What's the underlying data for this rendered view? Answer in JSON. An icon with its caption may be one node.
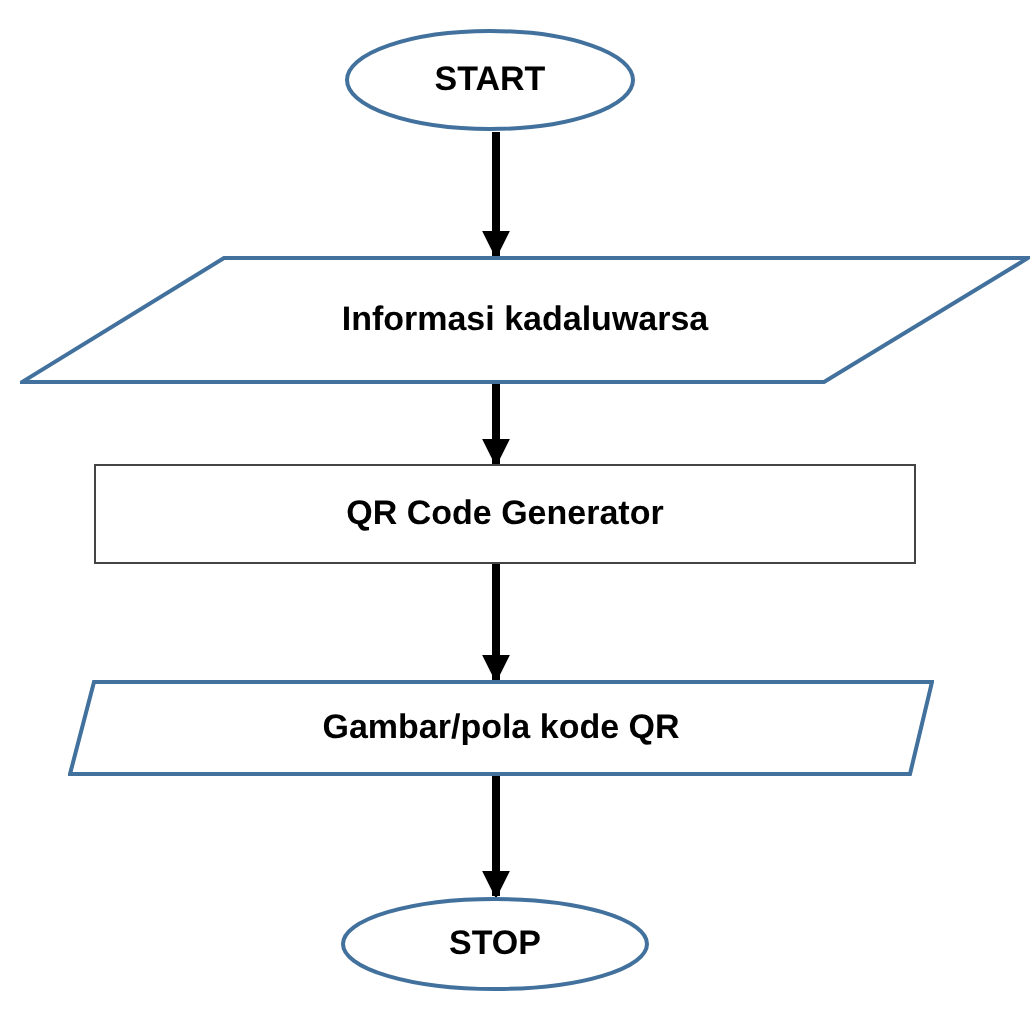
{
  "diagram": {
    "nodes": [
      {
        "text": [
          "START"
        ]
      },
      {
        "text": [
          "Informasi kadaluwarsa"
        ]
      },
      {
        "text": [
          "QR Code Generator"
        ]
      },
      {
        "text": [
          "Gambar/pola kode QR"
        ]
      },
      {
        "text": [
          "STOP"
        ]
      }
    ],
    "edges": [
      {
        "from": 0,
        "to": 1,
        "arrow": "to"
      },
      {
        "from": 1,
        "to": 2,
        "arrow": "to"
      },
      {
        "from": 2,
        "to": 3,
        "arrow": "to"
      },
      {
        "from": 3,
        "to": 4,
        "arrow": "to"
      }
    ]
  }
}
